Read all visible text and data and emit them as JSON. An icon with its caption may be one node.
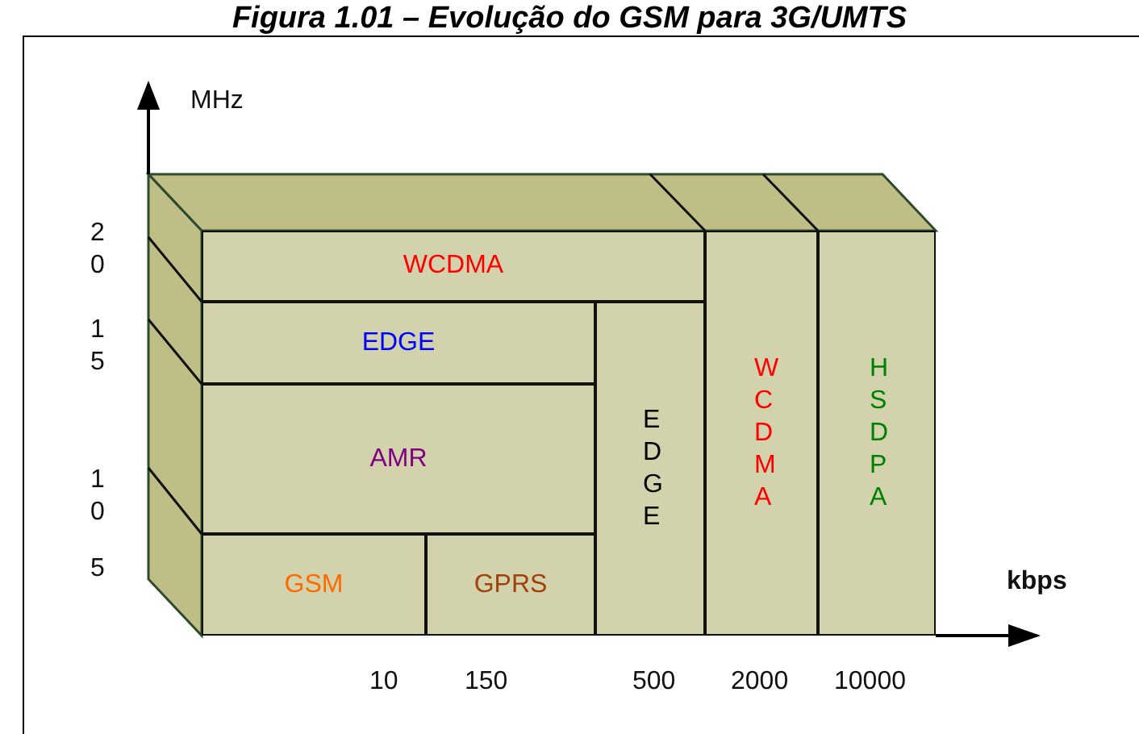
{
  "diagram": {
    "title": "Figura 1.01 – Evolução do GSM para 3G/UMTS",
    "nodes": [
      {
        "text": [
          "WCDMA"
        ]
      },
      {
        "text": [
          "EDGE"
        ]
      },
      {
        "text": [
          "AMR"
        ]
      },
      {
        "text": [
          "GSM"
        ]
      },
      {
        "text": [
          "GPRS"
        ]
      },
      {
        "text": [
          "EDGE"
        ]
      },
      {
        "text": [
          "WCDMA"
        ]
      },
      {
        "text": [
          "HSDPA"
        ]
      }
    ],
    "labels": [
      "MHz",
      "20",
      "15",
      "10",
      "5",
      "kbps",
      "10",
      "150",
      "500",
      "2000",
      "10000"
    ]
  }
}
